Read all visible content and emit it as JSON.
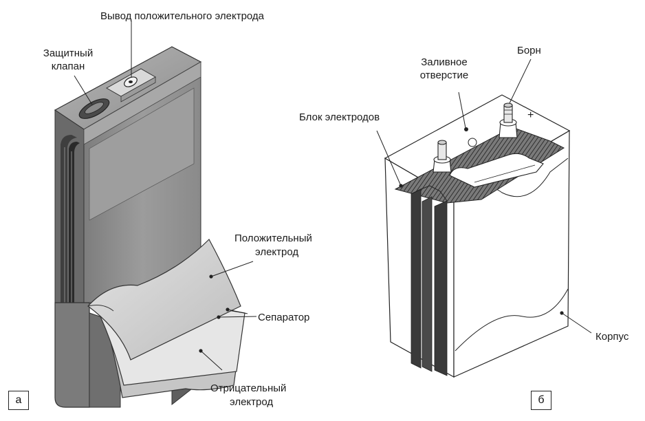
{
  "figure": {
    "panel_a": {
      "tag": "а",
      "labels": {
        "positive_terminal": "Вывод положительного электрода",
        "safety_valve_1": "Защитный",
        "safety_valve_2": "клапан",
        "positive_electrode_1": "Положительный",
        "positive_electrode_2": "электрод",
        "separator": "Сепаратор",
        "negative_electrode_1": "Отрицательный",
        "negative_electrode_2": "электрод"
      }
    },
    "panel_b": {
      "tag": "б",
      "labels": {
        "fill_hole_1": "Заливное",
        "fill_hole_2": "отверстие",
        "terminal_post": "Борн",
        "electrode_block": "Блок электродов",
        "plus_sign": "+",
        "housing": "Корпус"
      }
    },
    "colors": {
      "ink": "#1a1a1a",
      "case_dark": "#6e6e6e",
      "case_mid": "#9a9a9a",
      "case_light": "#c4c4c4",
      "sheet": "#d4d4d4",
      "paper": "#ffffff"
    }
  }
}
